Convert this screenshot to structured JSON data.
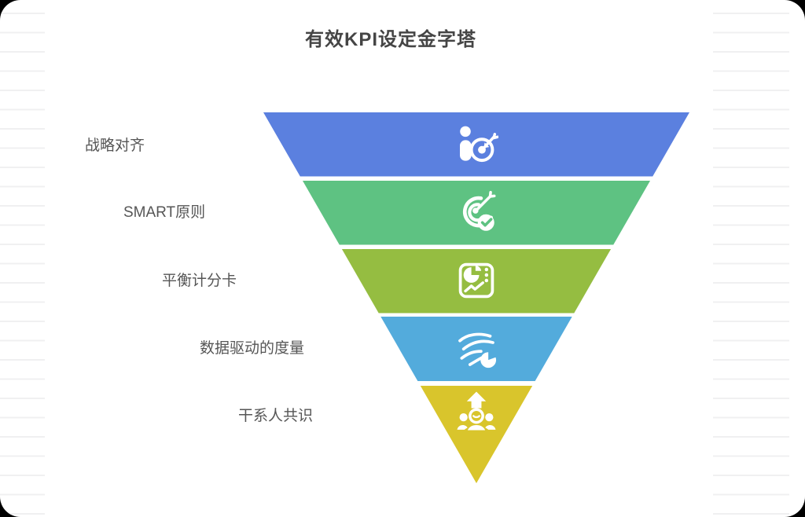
{
  "page": {
    "title": "有效KPI设定金字塔"
  },
  "chart_data": {
    "type": "funnel",
    "title": "有效KPI设定金字塔",
    "orientation": "inverted-pyramid",
    "levels": [
      {
        "rank": 1,
        "label": "战略对齐",
        "color": "#5B80DF",
        "icon": "person-target-icon"
      },
      {
        "rank": 2,
        "label": "SMART原则",
        "color": "#5EC282",
        "icon": "target-check-icon"
      },
      {
        "rank": 3,
        "label": "平衡计分卡",
        "color": "#95BD41",
        "icon": "scorecard-icon"
      },
      {
        "rank": 4,
        "label": "数据驱动的度量",
        "color": "#53ABDC",
        "icon": "data-flow-pie-icon"
      },
      {
        "rank": 5,
        "label": "干系人共识",
        "color": "#D9C52C",
        "icon": "team-consensus-icon"
      }
    ],
    "layout_hints": {
      "gap_color": "#ffffff",
      "background": "#ffffff",
      "title_color": "#454545",
      "label_color": "#565656",
      "ruled_line_color": "#f0f0f1"
    }
  }
}
